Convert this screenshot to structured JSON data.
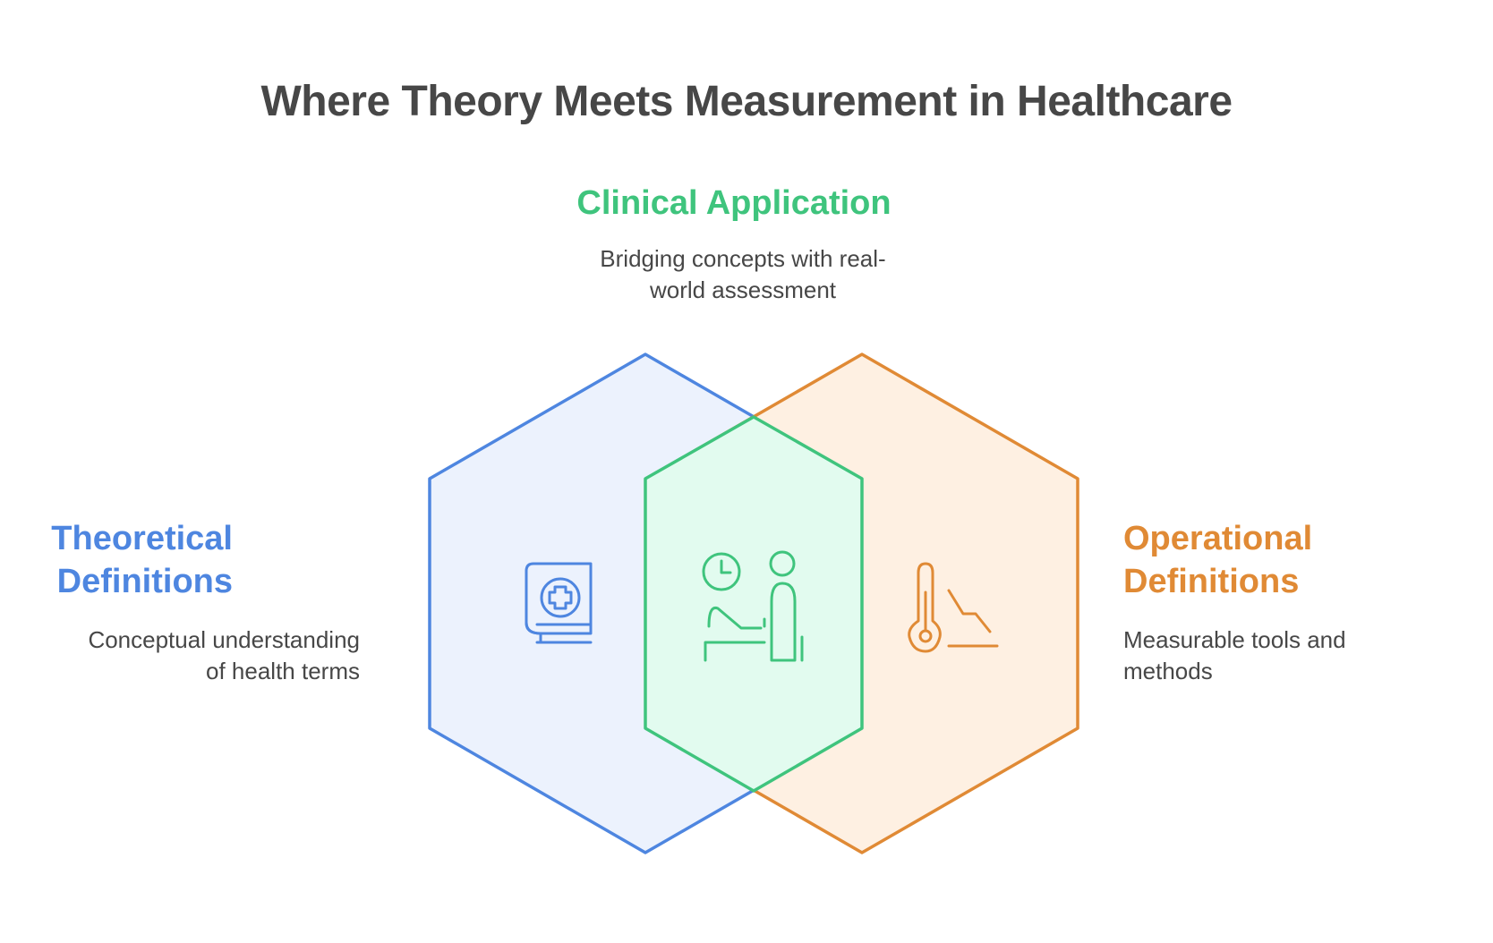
{
  "title": "Where Theory Meets Measurement in Healthcare",
  "colors": {
    "theory": "#4e86e0",
    "theory_fill": "#ecf2fd",
    "clinical": "#3fc47d",
    "clinical_fill": "#e2fbef",
    "operational": "#e08a35",
    "operational_fill": "#fef0e2",
    "text": "#474747"
  },
  "sections": {
    "clinical": {
      "heading": "Clinical Application",
      "description_line1": "Bridging concepts with real-",
      "description_line2": "world assessment",
      "icon": "clinician-patient-icon"
    },
    "theoretical": {
      "heading_line1": "Theoretical",
      "heading_line2": "Definitions",
      "description_line1": "Conceptual understanding",
      "description_line2": "of health terms",
      "icon": "medical-book-icon"
    },
    "operational": {
      "heading_line1": "Operational",
      "heading_line2": "Definitions",
      "description_line1": "Measurable tools and",
      "description_line2": "methods",
      "icon": "thermometer-chart-icon"
    }
  }
}
